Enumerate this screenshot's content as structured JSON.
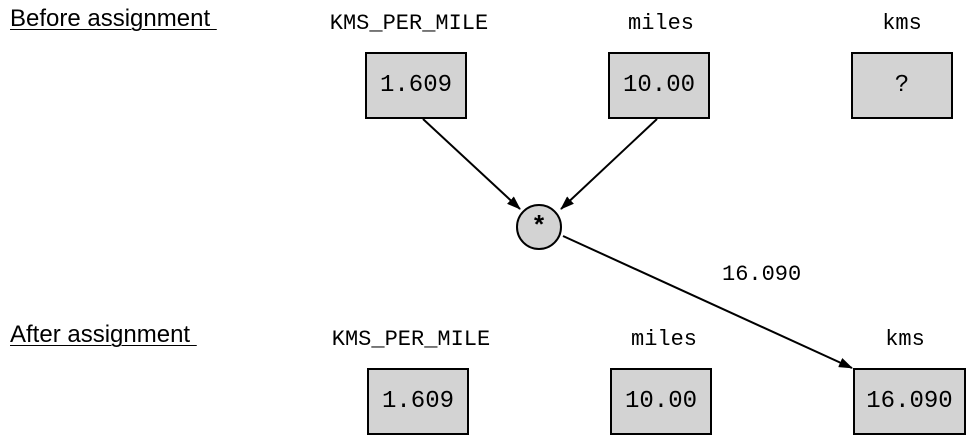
{
  "before": {
    "title": "Before assignment ",
    "variables": [
      {
        "name": "KMS_PER_MILE",
        "value": "1.609"
      },
      {
        "name": "miles",
        "value": "10.00"
      },
      {
        "name": "kms",
        "value": "?"
      }
    ]
  },
  "operation": {
    "symbol": "*",
    "result": "16.090"
  },
  "after": {
    "title": "After assignment ",
    "variables": [
      {
        "name": "KMS_PER_MILE",
        "value": "1.609"
      },
      {
        "name": "miles",
        "value": "10.00"
      },
      {
        "name": "kms",
        "value": "16.090"
      }
    ]
  }
}
